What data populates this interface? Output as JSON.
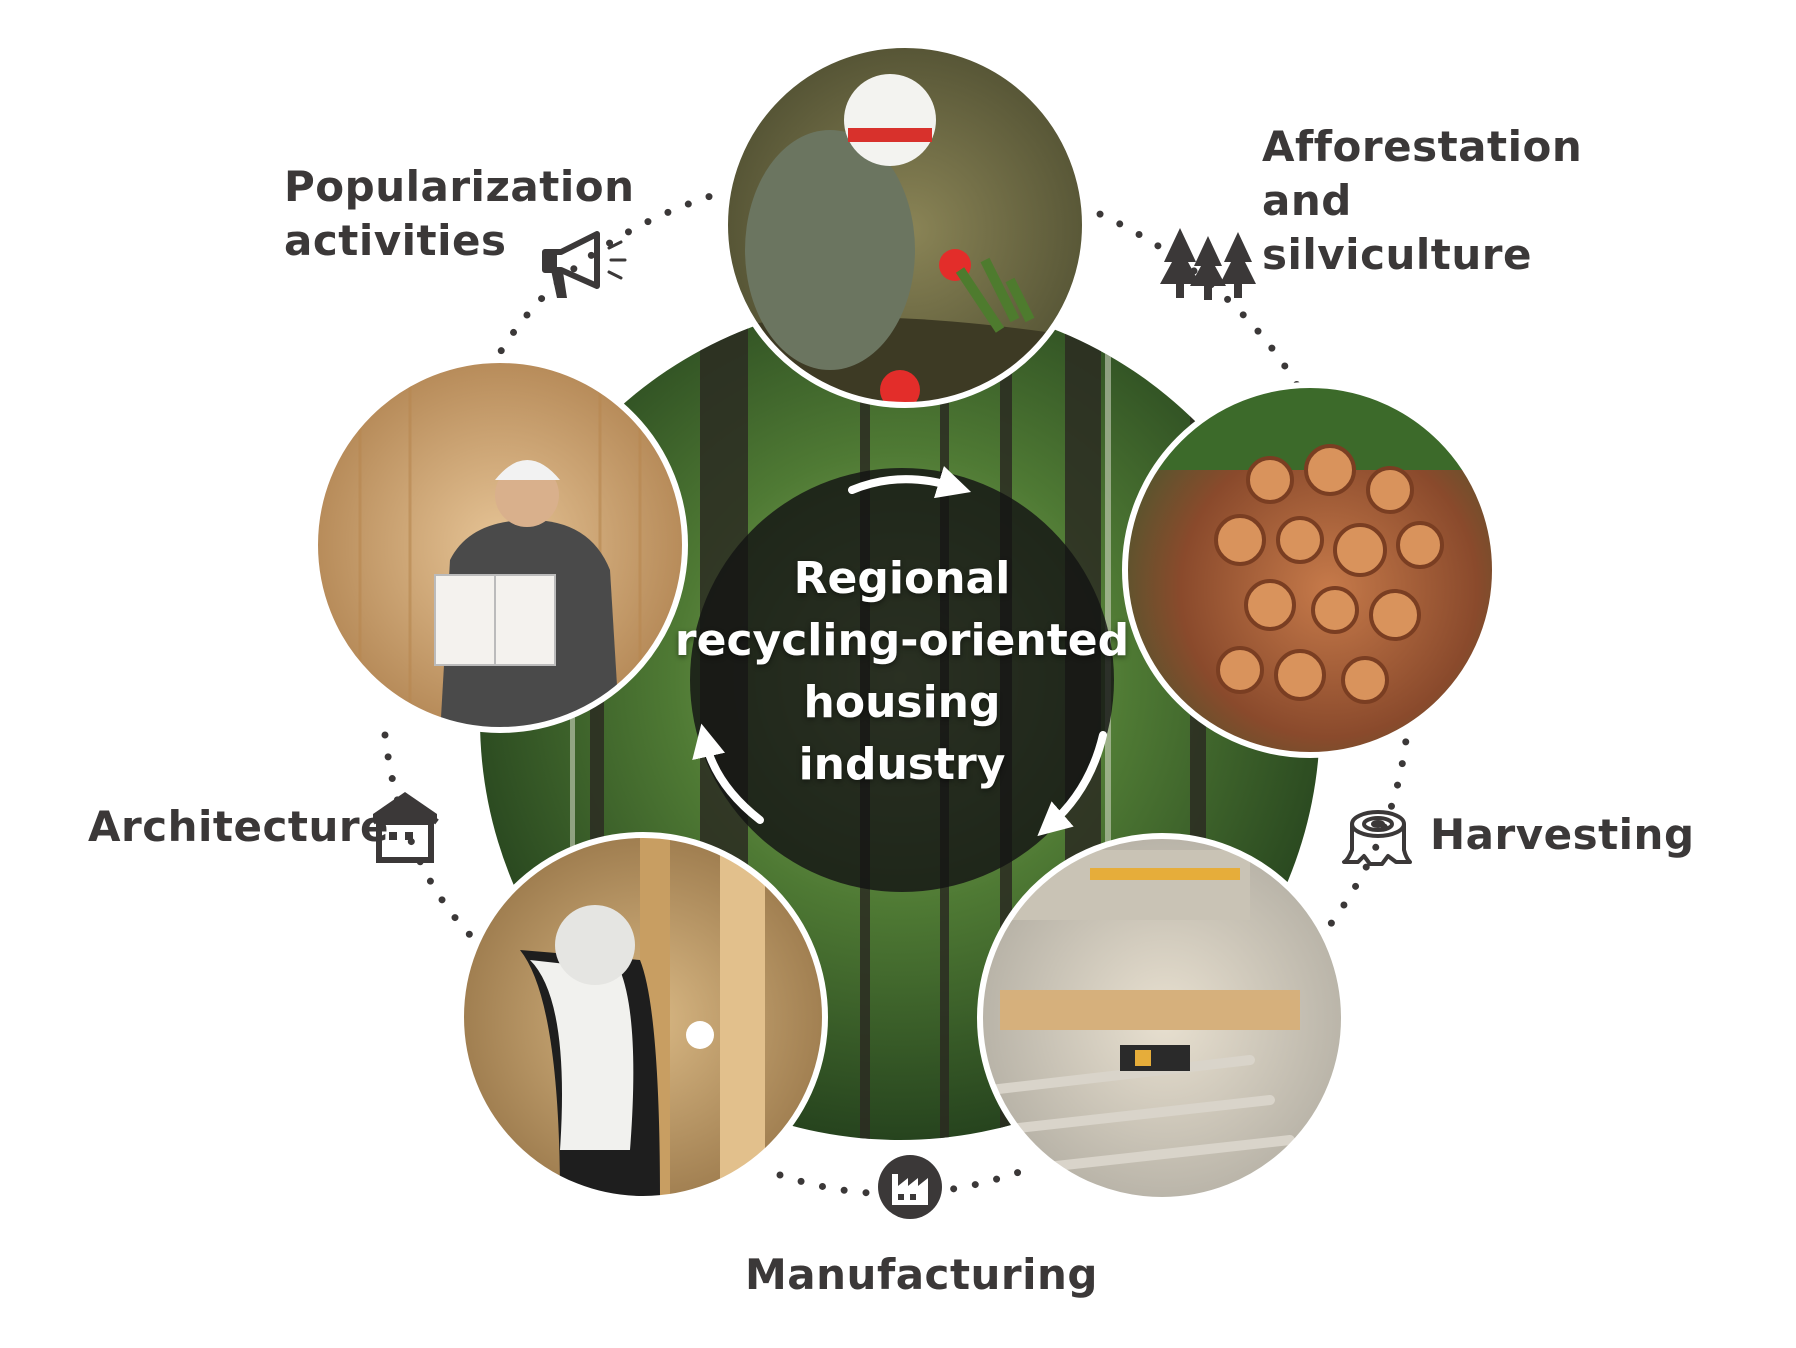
{
  "center": {
    "title": "Regional\nrecycling-oriented\nhousing\nindustry"
  },
  "stages": [
    {
      "id": "afforestation",
      "label": "Afforestation\nand\nsilviculture",
      "icon": "trees-icon"
    },
    {
      "id": "harvesting",
      "label": "Harvesting",
      "icon": "tree-stump-icon"
    },
    {
      "id": "manufacturing",
      "label": "Manufacturing",
      "icon": "factory-icon"
    },
    {
      "id": "architecture",
      "label": "Architecture",
      "icon": "house-icon"
    },
    {
      "id": "popularization",
      "label": "Popularization\nactivities",
      "icon": "megaphone-icon"
    }
  ],
  "colors": {
    "text": "#3b3838",
    "dots": "#3b3838",
    "center_overlay": "#141414",
    "forest_dark": "#1f3a1a",
    "forest_light": "#6f9a4a"
  }
}
